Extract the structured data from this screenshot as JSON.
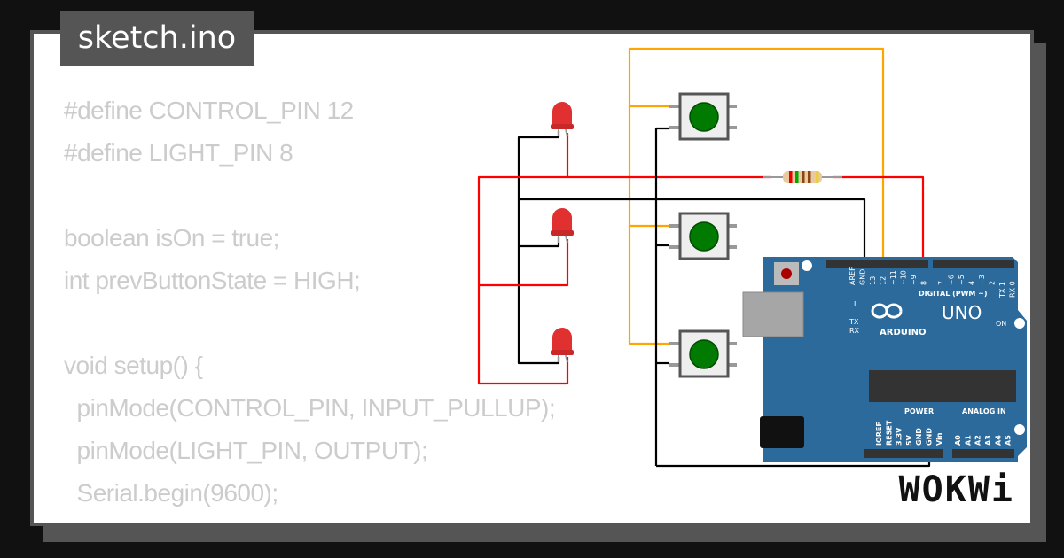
{
  "tab": {
    "title": "sketch.ino"
  },
  "code_lines": [
    "#define CONTROL_PIN 12",
    "#define LIGHT_PIN 8",
    "",
    "boolean isOn = true;",
    "int prevButtonState = HIGH;",
    "",
    "void setup() {",
    "  pinMode(CONTROL_PIN, INPUT_PULLUP);",
    "  pinMode(LIGHT_PIN, OUTPUT);",
    "  Serial.begin(9600);",
    "}"
  ],
  "board": {
    "brand": "ARDUINO",
    "model": "UNO",
    "digital_label": "DIGITAL (PWM ~)",
    "power_label": "POWER",
    "analog_label": "ANALOG IN",
    "on_label": "ON",
    "l_label": "L",
    "tx_label": "TX",
    "rx_label": "RX",
    "top_pins": [
      "AREF",
      "GND",
      "13",
      "12",
      "~11",
      "~10",
      "~9",
      "8",
      "7",
      "~6",
      "~5",
      "4",
      "~3",
      "2",
      "TX 1",
      "RX 0"
    ],
    "bottom_pins": [
      "IOREF",
      "RESET",
      "3.3V",
      "5V",
      "GND",
      "GND",
      "Vin",
      "A0",
      "A1",
      "A2",
      "A3",
      "A4",
      "A5"
    ],
    "color": "#2b6a9b"
  },
  "wire_colors": {
    "signal": "#ffa500",
    "led": "#ff0000",
    "ground": "#000000"
  },
  "led_color": "#e03030",
  "button_color": "#007a00",
  "logo": "WOKWi"
}
